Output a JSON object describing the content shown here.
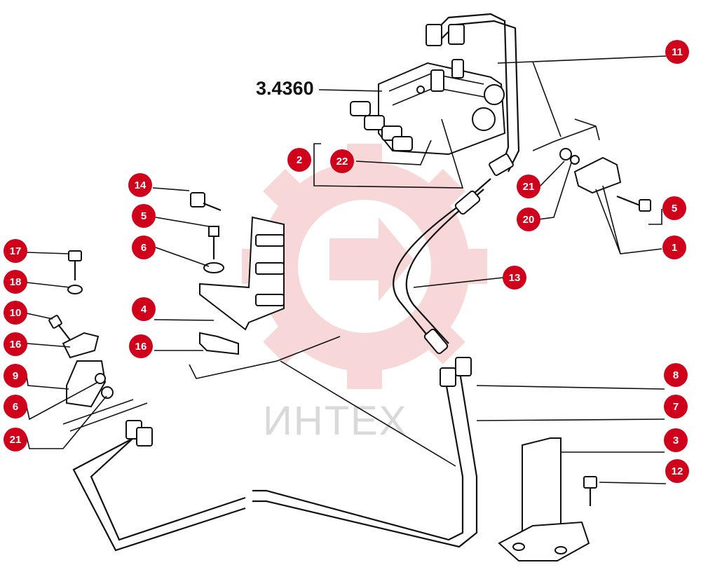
{
  "diagram": {
    "assembly_label": "3.4360",
    "watermark_text": "ИНТЕХ",
    "colors": {
      "callout": "#d0021b",
      "watermark": "#f2b8b8",
      "line": "#111111"
    }
  },
  "callouts": [
    {
      "id": "c11",
      "label": "11"
    },
    {
      "id": "c2",
      "label": "2"
    },
    {
      "id": "c22",
      "label": "22"
    },
    {
      "id": "c14",
      "label": "14"
    },
    {
      "id": "c5a",
      "label": "5"
    },
    {
      "id": "c6a",
      "label": "6"
    },
    {
      "id": "c4",
      "label": "4"
    },
    {
      "id": "c16a",
      "label": "16"
    },
    {
      "id": "c17",
      "label": "17"
    },
    {
      "id": "c18",
      "label": "18"
    },
    {
      "id": "c10",
      "label": "10"
    },
    {
      "id": "c16b",
      "label": "16"
    },
    {
      "id": "c9",
      "label": "9"
    },
    {
      "id": "c6b",
      "label": "6"
    },
    {
      "id": "c21a",
      "label": "21"
    },
    {
      "id": "c21b",
      "label": "21"
    },
    {
      "id": "c20",
      "label": "20"
    },
    {
      "id": "c5b",
      "label": "5"
    },
    {
      "id": "c1",
      "label": "1"
    },
    {
      "id": "c13",
      "label": "13"
    },
    {
      "id": "c8",
      "label": "8"
    },
    {
      "id": "c7",
      "label": "7"
    },
    {
      "id": "c3",
      "label": "3"
    },
    {
      "id": "c12",
      "label": "12"
    }
  ]
}
